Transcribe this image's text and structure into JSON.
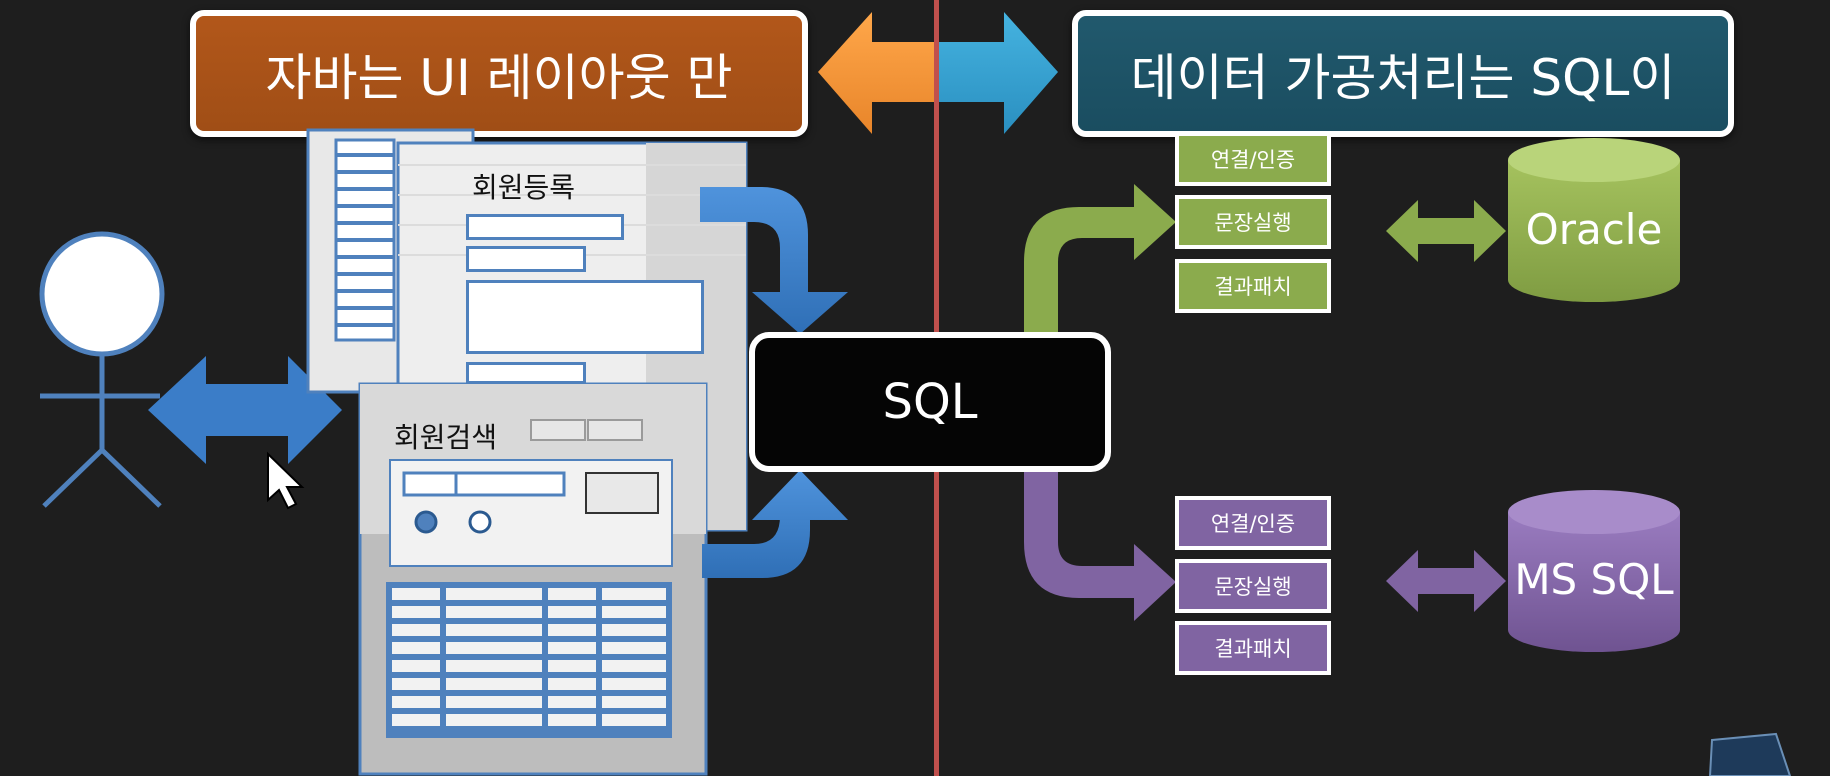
{
  "banners": {
    "left": "자바는 UI 레이아웃 만",
    "right": "데이터 가공처리는 SQL이"
  },
  "windows": {
    "register_title": "회원등록",
    "search_title": "회원검색"
  },
  "sql_box": "SQL",
  "oracle_steps": [
    "연결/인증",
    "문장실행",
    "결과패치"
  ],
  "mssql_steps": [
    "연결/인증",
    "문장실행",
    "결과패치"
  ],
  "databases": {
    "oracle": "Oracle",
    "mssql": "MS SQL"
  },
  "colors": {
    "orange_banner": "#a9521a",
    "teal_banner": "#1d5366",
    "blue_arrow": "#3b7dc8",
    "green": "#8bab4d",
    "purple": "#8064a2",
    "center_line": "#c0504d"
  }
}
